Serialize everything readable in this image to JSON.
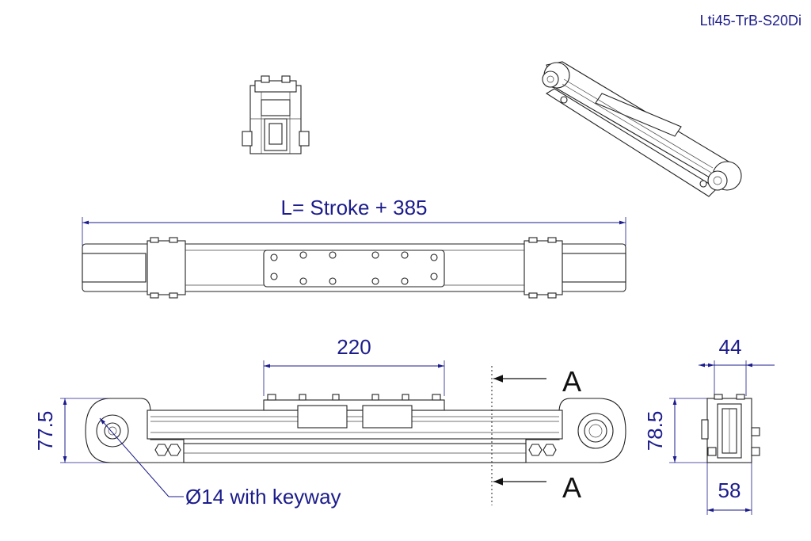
{
  "drawing": {
    "part_code": "Lti45-TrB-S20Di",
    "length_formula": "L= Stroke + 385",
    "dim_carriage": "220",
    "dim_height_left": "77.5",
    "dim_height_right": "78.5",
    "dim_width_top": "44",
    "dim_width_bottom": "58",
    "shaft_note": "Ø14 with keyway",
    "section_label_top": "A",
    "section_label_bottom": "A"
  }
}
